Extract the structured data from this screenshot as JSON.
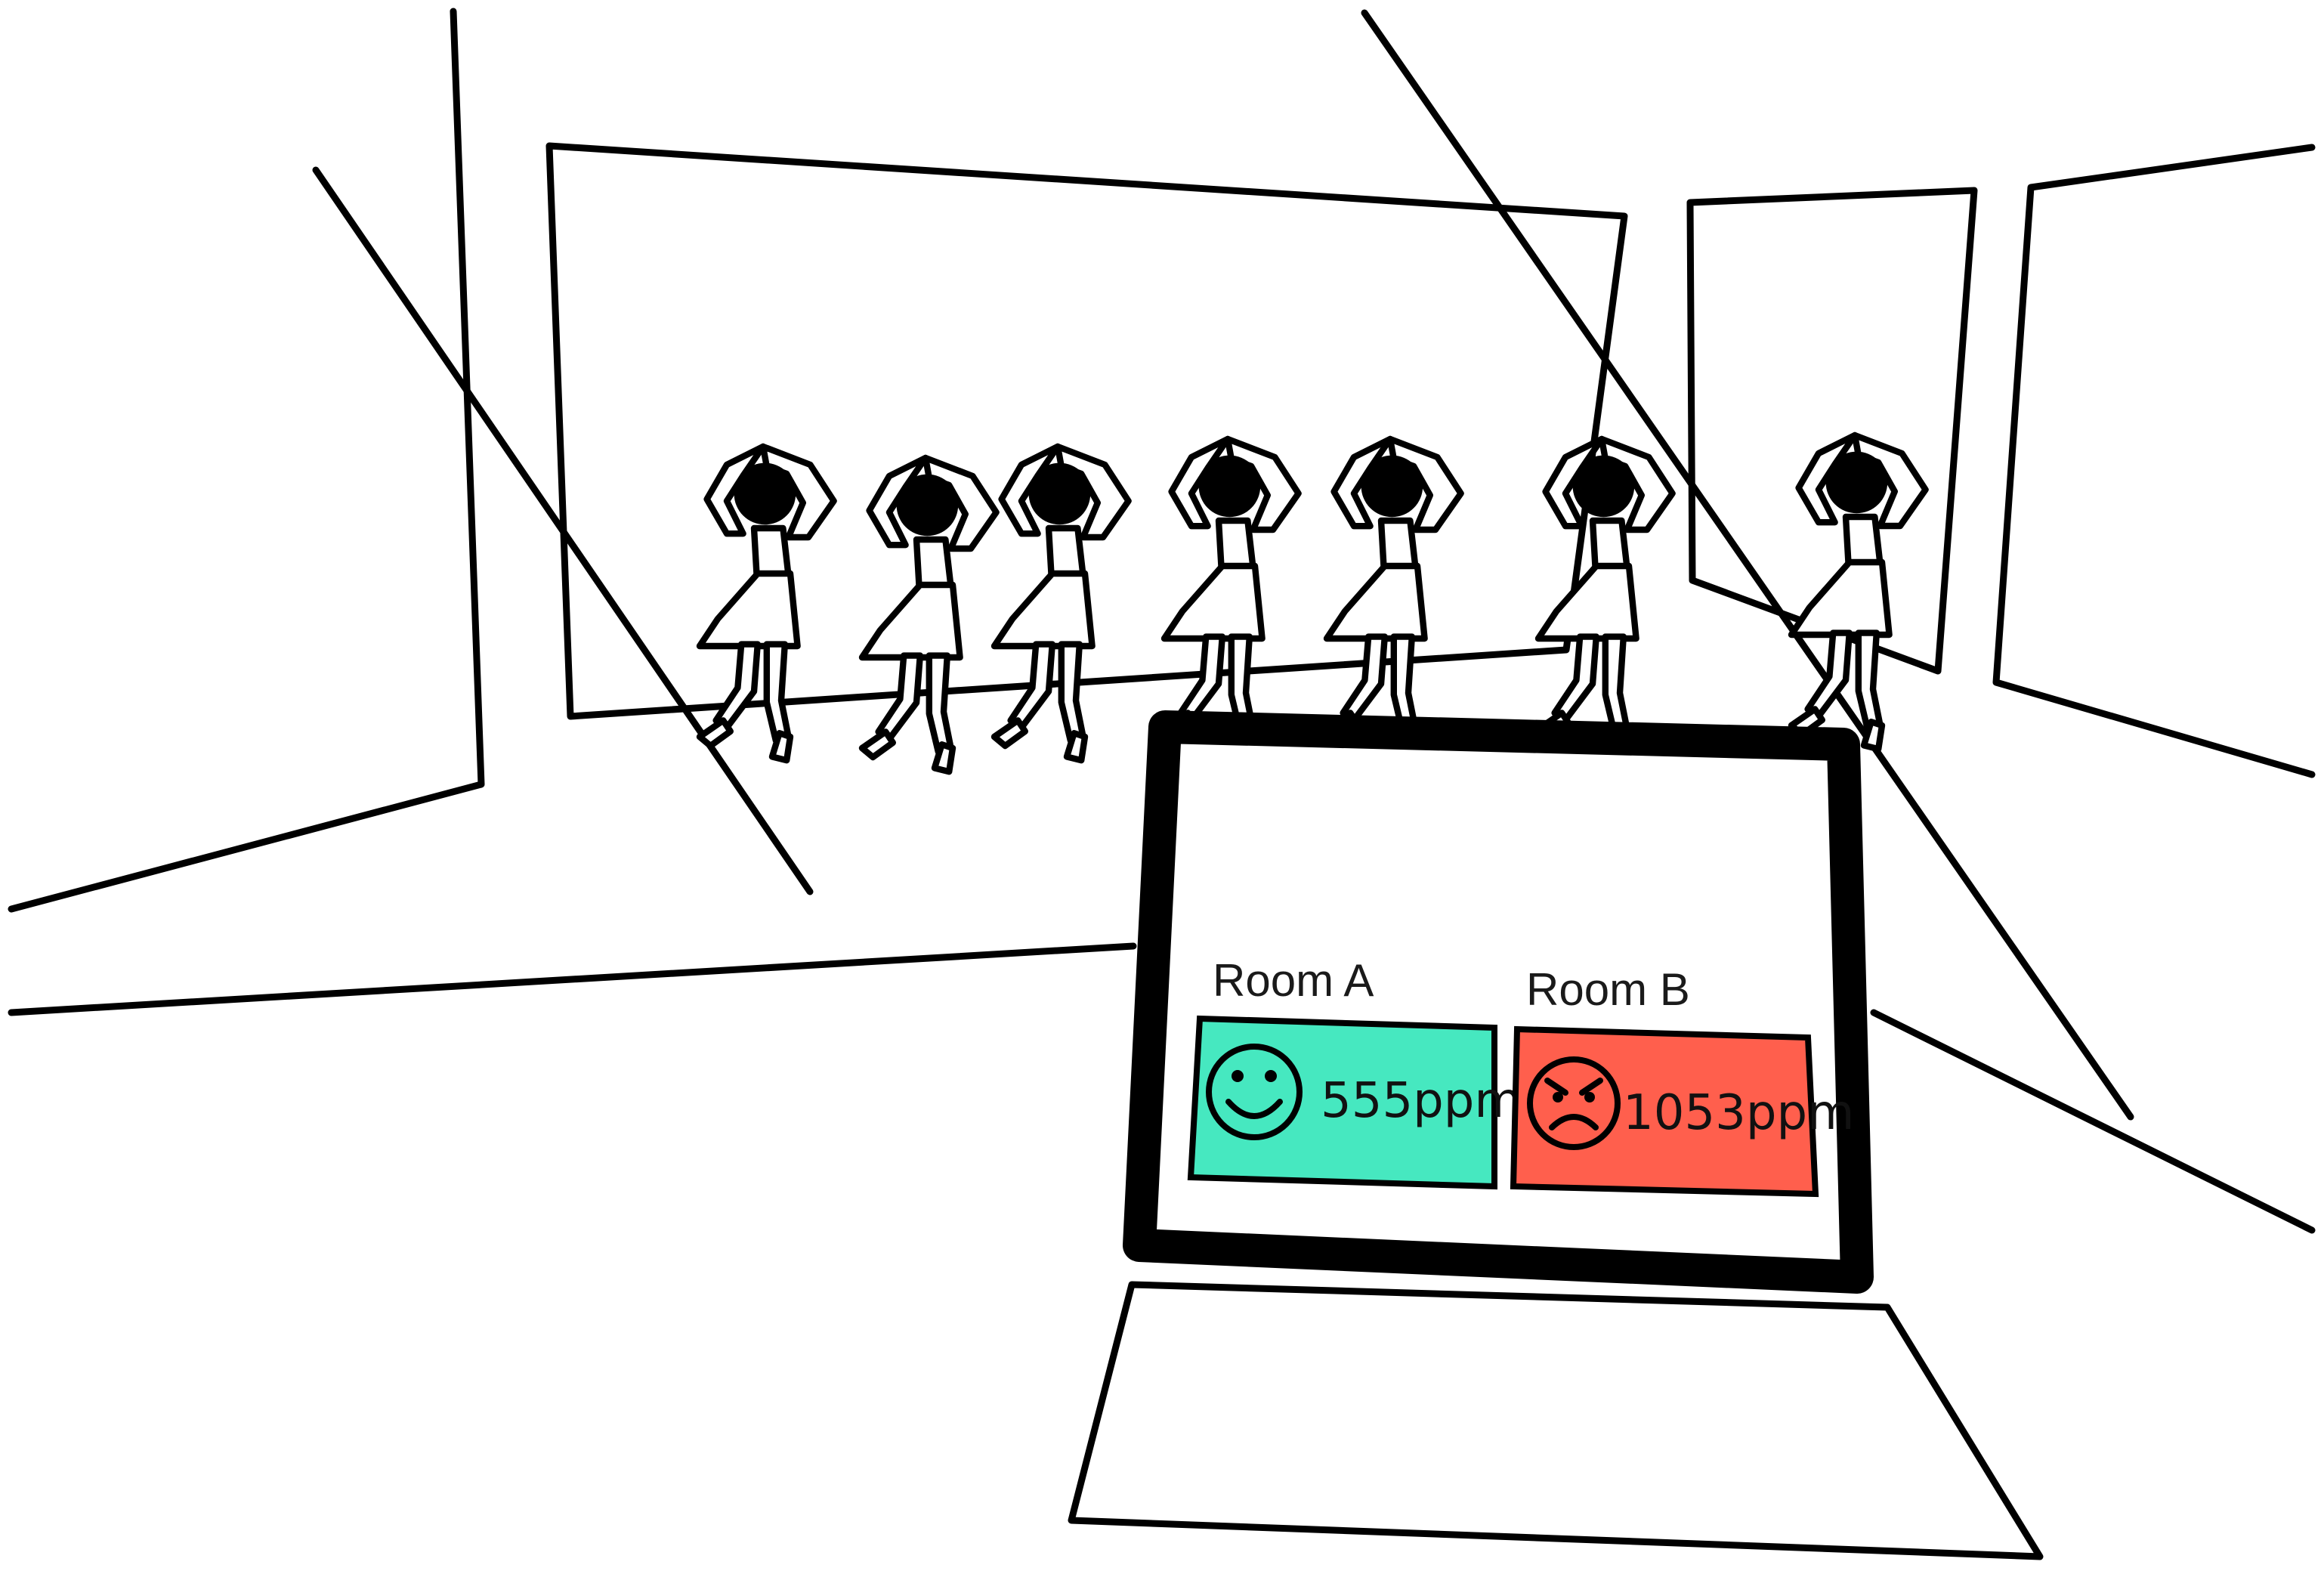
{
  "display": {
    "rooms": [
      {
        "label": "Room A",
        "value": "555ppm",
        "status_color": "#46E8C0",
        "face_icon": "smiley-face-icon"
      },
      {
        "label": "Room B",
        "value": "1053ppm",
        "status_color": "#FF5F4D",
        "face_icon": "angry-face-icon"
      }
    ]
  },
  "scene": {
    "dancer_count": 7,
    "dancer_icon": "dancer-figure-icon",
    "display_icon": "co2-monitor-screen-icon"
  }
}
